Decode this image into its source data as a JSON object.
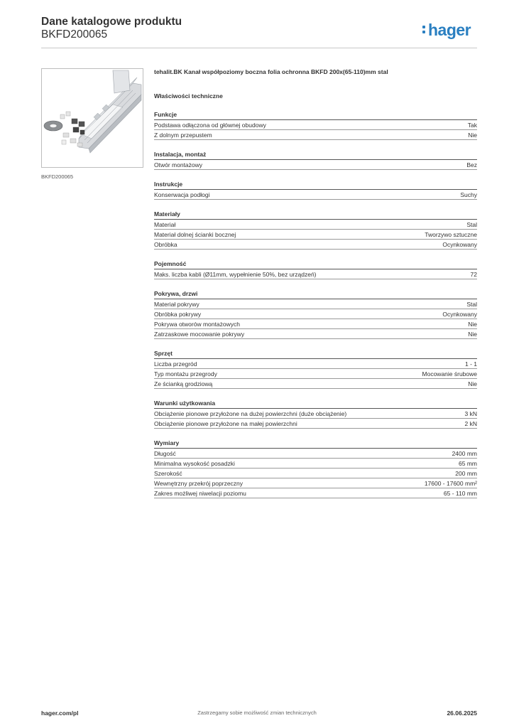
{
  "header": {
    "title": "Dane katalogowe produktu",
    "code": "BKFD200065",
    "logo": "hager",
    "brand_color": "#2a7fc1"
  },
  "image": {
    "caption": "BKFD200065"
  },
  "product": {
    "description": "tehalit.BK Kanał współpoziomy boczna folia ochronna BKFD 200x(65-110)mm stal",
    "properties_title": "Właściwości techniczne"
  },
  "sections": [
    {
      "title": "Funkcje",
      "rows": [
        {
          "label": "Podstawa odłączona od głównej obudowy",
          "value": "Tak"
        },
        {
          "label": "Z dolnym przepustem",
          "value": "Nie"
        }
      ]
    },
    {
      "title": "Instalacja, montaż",
      "rows": [
        {
          "label": "Otwór montażowy",
          "value": "Bez"
        }
      ]
    },
    {
      "title": "Instrukcje",
      "rows": [
        {
          "label": "Konserwacja podłogi",
          "value": "Suchy"
        }
      ]
    },
    {
      "title": "Materiały",
      "rows": [
        {
          "label": "Materiał",
          "value": "Stal"
        },
        {
          "label": "Materiał dolnej ścianki bocznej",
          "value": "Tworzywo sztuczne"
        },
        {
          "label": "Obróbka",
          "value": "Ocynkowany"
        }
      ]
    },
    {
      "title": "Pojemność",
      "rows": [
        {
          "label": "Maks. liczba kabli (Ø11mm, wypełnienie 50%, bez urządzeń)",
          "value": "72"
        }
      ]
    },
    {
      "title": "Pokrywa, drzwi",
      "rows": [
        {
          "label": "Materiał pokrywy",
          "value": "Stal"
        },
        {
          "label": "Obróbka pokrywy",
          "value": "Ocynkowany"
        },
        {
          "label": "Pokrywa otworów montażowych",
          "value": "Nie"
        },
        {
          "label": "Zatrzaskowe mocowanie pokrywy",
          "value": "Nie"
        }
      ]
    },
    {
      "title": "Sprzęt",
      "rows": [
        {
          "label": "Liczba przegród",
          "value": "1 - 1"
        },
        {
          "label": "Typ montażu przegrody",
          "value": "Mocowanie śrubowe"
        },
        {
          "label": "Ze ścianką grodziową",
          "value": "Nie"
        }
      ]
    },
    {
      "title": "Warunki użytkowania",
      "rows": [
        {
          "label": "Obciążenie pionowe przyłożone na dużej powierzchni (duże obciążenie)",
          "value": "3 kN"
        },
        {
          "label": "Obciążenie pionowe przyłożone na małej powierzchni",
          "value": "2 kN"
        }
      ]
    },
    {
      "title": "Wymiary",
      "rows": [
        {
          "label": "Długość",
          "value": "2400 mm"
        },
        {
          "label": "Minimalna wysokość posadzki",
          "value": "65 mm"
        },
        {
          "label": "Szerokość",
          "value": "200 mm"
        },
        {
          "label": "Wewnętrzny przekrój poprzeczny",
          "value": "17600 - 17600 mm²"
        },
        {
          "label": "Zakres możliwej niwelacji poziomu",
          "value": "65 - 110 mm"
        }
      ]
    }
  ],
  "footer": {
    "left": "hager.com/pl",
    "center": "Zastrzegamy sobie możliwość zmian technicznych",
    "right": "26.06.2025"
  }
}
